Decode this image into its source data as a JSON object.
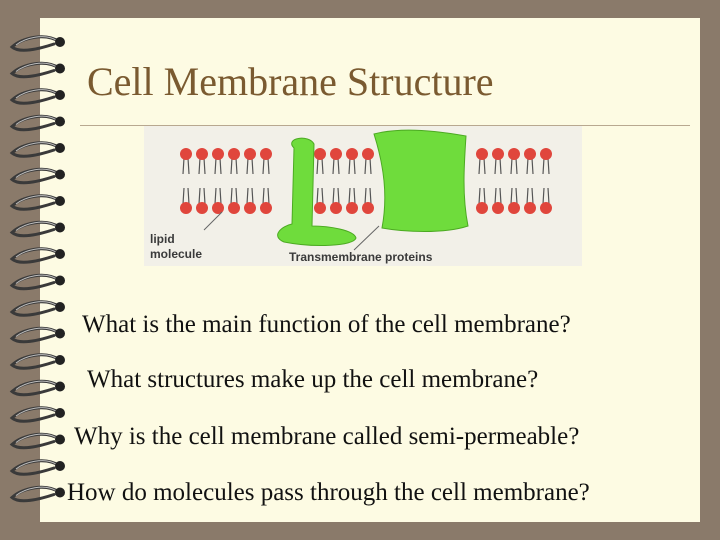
{
  "slide": {
    "title": "Cell Membrane Structure",
    "figure": {
      "label_lipid_line1": "lipid",
      "label_lipid_line2": "molecule",
      "label_proteins": "Transmembrane proteins"
    },
    "questions": [
      "What is the main function of the cell membrane?",
      "What structures make up the cell membrane?",
      "Why is the cell membrane called semi-permeable?",
      "How do molecules pass through the cell membrane?"
    ]
  },
  "colors": {
    "background": "#8a7a6a",
    "slide": "#fdfbe3",
    "title": "#7a5a30",
    "protein": "#6fdc3c",
    "lipid_head": "#e0463c"
  },
  "icons": [
    "spiral-binding-ring-icon"
  ]
}
